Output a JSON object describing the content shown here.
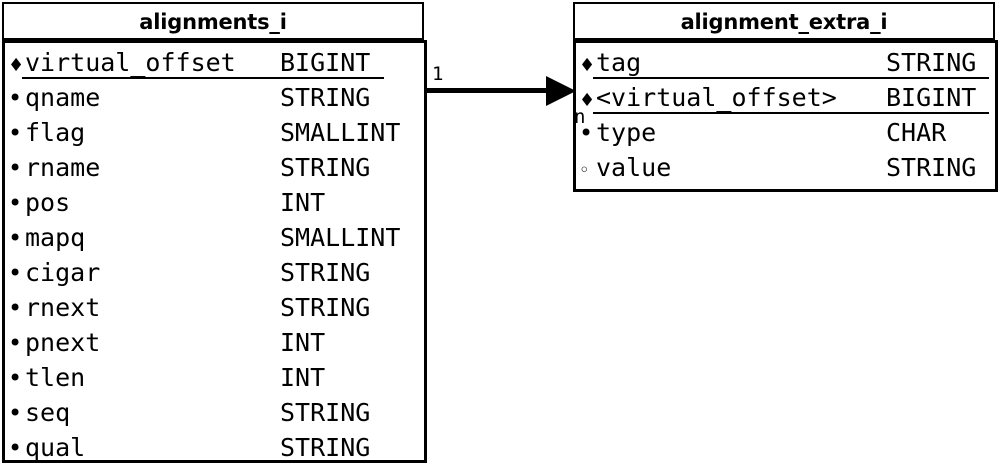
{
  "diagram": {
    "type": "entity-relationship-diagram",
    "entities": [
      {
        "id": "alignments_i",
        "title": "alignments_i",
        "attributes": [
          {
            "marker": "diamond",
            "name": "virtual_offset",
            "type": "BIGINT",
            "key": true
          },
          {
            "marker": "dot",
            "name": "qname",
            "type": "STRING",
            "key": false
          },
          {
            "marker": "dot",
            "name": "flag",
            "type": "SMALLINT",
            "key": false
          },
          {
            "marker": "dot",
            "name": "rname",
            "type": "STRING",
            "key": false
          },
          {
            "marker": "dot",
            "name": "pos",
            "type": "INT",
            "key": false
          },
          {
            "marker": "dot",
            "name": "mapq",
            "type": "SMALLINT",
            "key": false
          },
          {
            "marker": "dot",
            "name": "cigar",
            "type": "STRING",
            "key": false
          },
          {
            "marker": "dot",
            "name": "rnext",
            "type": "STRING",
            "key": false
          },
          {
            "marker": "dot",
            "name": "pnext",
            "type": "INT",
            "key": false
          },
          {
            "marker": "dot",
            "name": "tlen",
            "type": "INT",
            "key": false
          },
          {
            "marker": "dot",
            "name": "seq",
            "type": "STRING",
            "key": false
          },
          {
            "marker": "dot",
            "name": "qual",
            "type": "STRING",
            "key": false
          }
        ]
      },
      {
        "id": "alignment_extra_i",
        "title": "alignment_extra_i",
        "attributes": [
          {
            "marker": "diamond",
            "name": "tag",
            "type": "STRING",
            "key": true
          },
          {
            "marker": "diamond",
            "name": "<virtual_offset>",
            "type": "BIGINT",
            "key": true
          },
          {
            "marker": "dot",
            "name": "type",
            "type": "CHAR",
            "key": false
          },
          {
            "marker": "circle",
            "name": "value",
            "type": "STRING",
            "key": false
          }
        ]
      }
    ],
    "relationship": {
      "from": "alignments_i",
      "to": "alignment_extra_i",
      "source_cardinality": "1",
      "target_cardinality": "n",
      "arrow": "solid-filled-triangle"
    },
    "markers": {
      "diamond": "♦",
      "dot": "•",
      "circle": "◦"
    },
    "colors": {
      "stroke": "#000000",
      "fill": "#ffffff",
      "text": "#000000"
    }
  }
}
